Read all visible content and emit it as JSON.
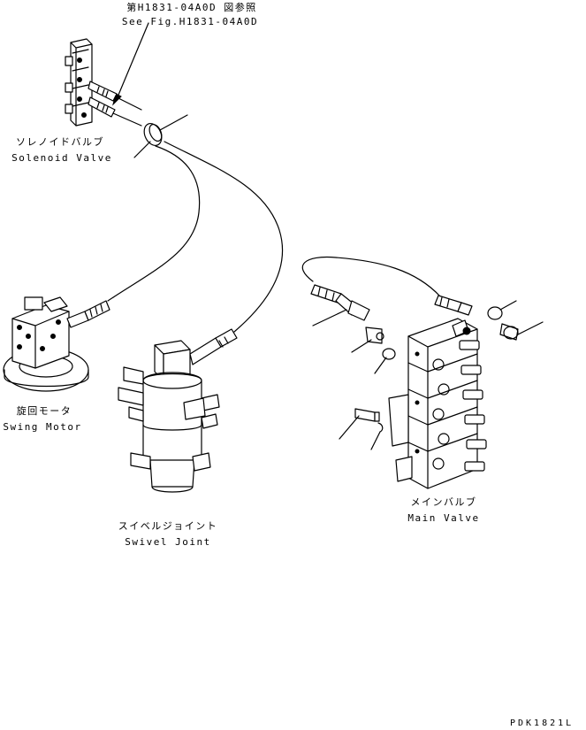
{
  "reference": {
    "jp": "第H1831-04A0D 図参照",
    "en": "See Fig.H1831-04A0D"
  },
  "parts": {
    "solenoid_valve": {
      "jp": "ソレノイドバルブ",
      "en": "Solenoid Valve"
    },
    "swing_motor": {
      "jp": "旋回モータ",
      "en": "Swing Motor"
    },
    "swivel_joint": {
      "jp": "スイベルジョイント",
      "en": "Swivel Joint"
    },
    "main_valve": {
      "jp": "メインバルブ",
      "en": "Main Valve"
    }
  },
  "drawing_code": "PDK1821L"
}
